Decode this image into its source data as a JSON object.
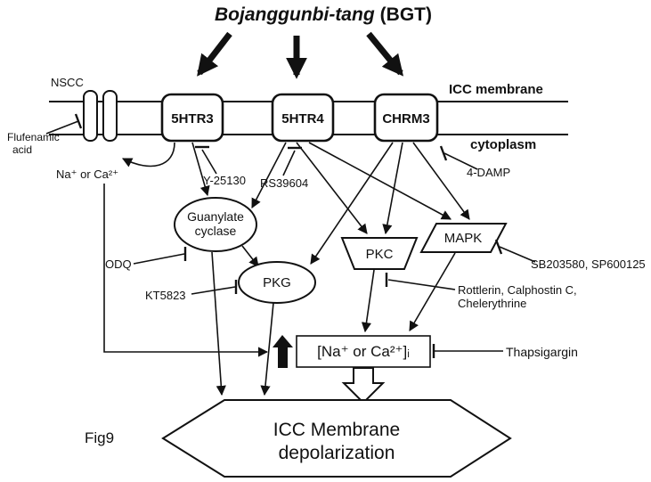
{
  "title": {
    "name": "Bojanggunbi-tang",
    "abbrev": "(BGT)"
  },
  "membrane": {
    "icc_membrane_label": "ICC membrane",
    "cytoplasm_label": "cytoplasm",
    "nscc_label": "NSCC",
    "flufenamic_acid_line1": "Flufenamic",
    "flufenamic_acid_line2": "acid",
    "ions_label": "Na⁺ or Ca²⁺"
  },
  "receptors": {
    "htr3": "5HTR3",
    "htr4": "5HTR4",
    "chrm3": "CHRM3"
  },
  "inhibitors": {
    "y25130": "Y-25130",
    "rs39604": "RS39604",
    "damp4": "4-DAMP",
    "odq": "ODQ",
    "kt5823": "KT5823",
    "sb": "SB203580, SP600125",
    "rottlerin_line1": "Rottlerin, Calphostin C,",
    "rottlerin_line2": "Chelerythrine",
    "thapsigargin": "Thapsigargin"
  },
  "effectors": {
    "guanylate_line1": "Guanylate",
    "guanylate_line2": "cyclase",
    "pkg": "PKG",
    "pkc": "PKC",
    "mapk": "MAPK"
  },
  "output": {
    "ion_concentration": "[Na⁺ or Ca²⁺]ᵢ",
    "hexagon_line1": "ICC Membrane",
    "hexagon_line2": "depolarization"
  },
  "figure_label": "Fig9",
  "colors": {
    "ink": "#111111",
    "background": "#ffffff"
  }
}
